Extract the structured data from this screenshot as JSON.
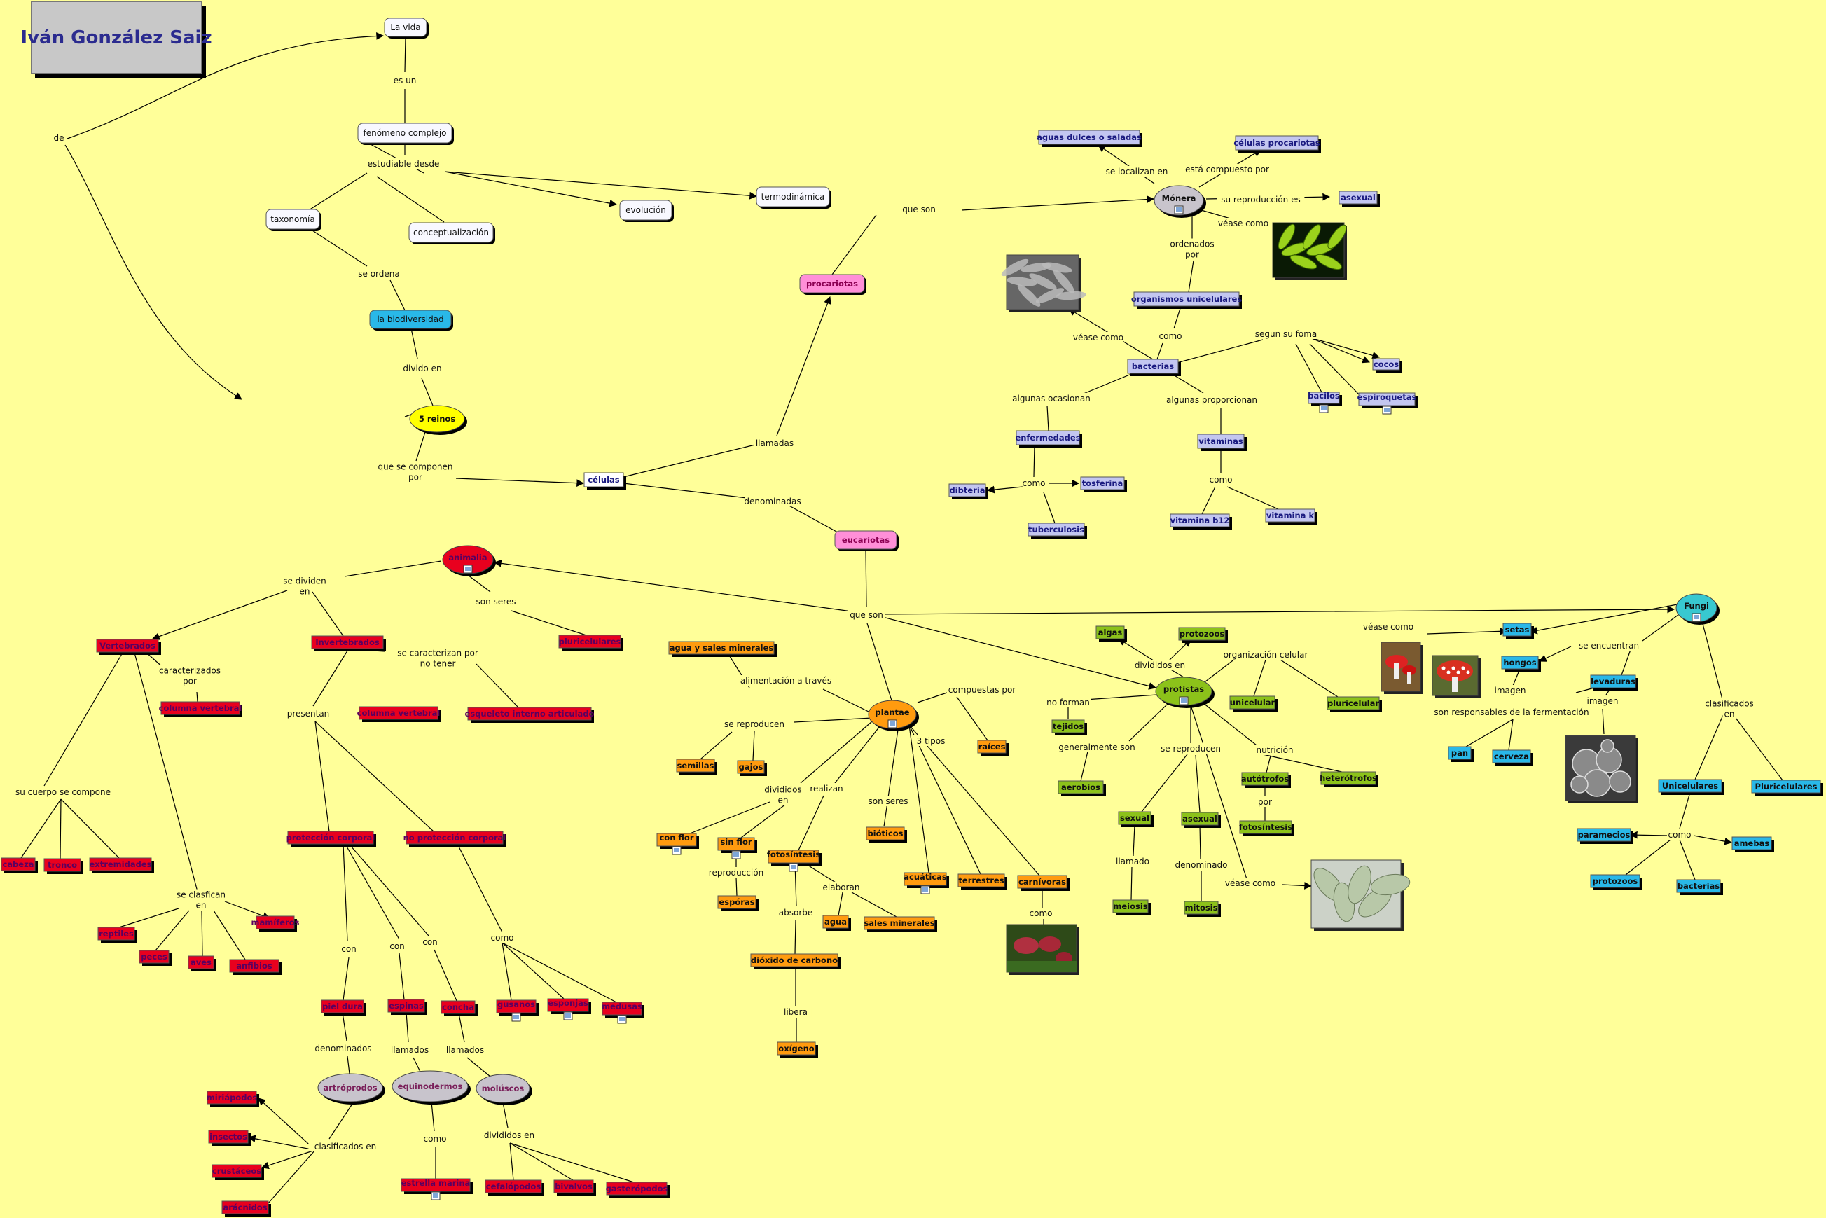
{
  "title": "Iván González Saiz",
  "colors": {
    "background": "#FFFF99",
    "title_box": "#C8C8C8",
    "title_text": "#2B2B8F",
    "white_node": "#F8F8FF",
    "cyan": "#29B8E8",
    "yellow": "#FFFF00",
    "blue_node": "#C3C6F0",
    "blue_text": "#1A1A80",
    "pink": "#FF8FD8",
    "pink_text": "#8B0052",
    "red": "#E8001E",
    "red_text": "#5A0060",
    "grey_node": "#C8C4CC",
    "orange": "#FF9B0F",
    "green": "#8CC21A",
    "teal": "#38C8D0",
    "image_icon": "#7FA6D8"
  },
  "nodes": {
    "n1": "La vida",
    "n2": "fenómeno complejo",
    "n3": "taxonomía",
    "n4": "conceptualización",
    "n5": "evolución",
    "n6": "termodinámica",
    "n7": "la biodiversidad",
    "n8": "5 reinos",
    "n9": "células",
    "n10": "procariotas",
    "n11": "eucariotas",
    "n12": "Mónera",
    "n13": "aguas dulces o saladas",
    "n14": "células procariotas",
    "n15": "asexual",
    "n16": "organismos unicelulares",
    "n17": "bacterias",
    "n18": "cocos",
    "n19": "bacilos",
    "n20": "espiroquetas",
    "n21": "enfermedades",
    "n22": "vitaminas",
    "n23": "dibteria",
    "n24": "tosferina",
    "n25": "tuberculosis",
    "n26": "vitamina b12",
    "n27": "vitamina k",
    "n28": "animalia",
    "n29": "pluricelulares",
    "n30": "Vertebrados",
    "n31": "Invertebrados",
    "n32": "columna vertebral",
    "n33": "columna vertebral",
    "n34": "esqueleto interno articulado",
    "n35": "cabeza",
    "n36": "tronco",
    "n37": "extremidades",
    "n38": "mamíferos",
    "n39": "reptiles",
    "n40": "peces",
    "n41": "aves",
    "n42": "anfibios",
    "n43": "protección corporal",
    "n44": "no protección corporal",
    "n45": "piel dura",
    "n46": "espinas",
    "n47": "concha",
    "n48": "gusanos",
    "n49": "esponjas",
    "n50": "medusas",
    "n51": "artróprodos",
    "n52": "equinodermos",
    "n53": "molúscos",
    "n54": "miriápodos",
    "n55": "insectos",
    "n56": "crustáceos",
    "n57": "arácnidos",
    "n58": "estrella marina",
    "n59": "cefalópodos",
    "n60": "bivalvos",
    "n61": "gasterópodos",
    "n62": "plantae",
    "n63": "agua y sales minerales",
    "n64": "raíces",
    "n65": "semillas",
    "n66": "gajos",
    "n67": "con flor",
    "n68": "sin flor",
    "n69": "espóras",
    "n70": "fotosíntesis",
    "n71": "bióticos",
    "n72": "agua",
    "n73": "sales minerales",
    "n74": "dióxido de carbono",
    "n75": "oxígeno",
    "n76": "acuáticas",
    "n77": "terrestres",
    "n78": "carnívoras",
    "n79": "protistas",
    "n80": "algas",
    "n81": "protozoos",
    "n82": "tejidos",
    "n83": "unicelular",
    "n84": "pluricelular",
    "n85": "aerobios",
    "n86": "autótrofos",
    "n87": "heterótrofos",
    "n88": "fotosíntesis",
    "n89": "sexual",
    "n90": "asexual",
    "n91": "meiosis",
    "n92": "mitosis",
    "n93": "Fungi",
    "n94": "setas",
    "n95": "hongos",
    "n96": "levaduras",
    "n97": "pan",
    "n98": "cerveza",
    "n99": "Unicelulares",
    "n100": "Pluricelulares",
    "n101": "paramecios",
    "n102": "amebas",
    "n103": "protozoos",
    "n104": "bacterias"
  },
  "links": {
    "l1": "de",
    "l2": "es un",
    "l3": "estudiable desde",
    "l4": "se ordena",
    "l5": "divido en",
    "l6": "que se componen\npor",
    "l7": "llamadas",
    "l8": "denominadas",
    "l9": "que son",
    "l10": "que son",
    "l11": "se localizan en",
    "l12": "está compuesto por",
    "l13": "su reproducción es",
    "l14": "véase como",
    "l15": "ordenados\npor",
    "l16": "como",
    "l17": "véase como",
    "l18": "segun su foma",
    "l19": "algunas ocasionan",
    "l20": "algunas proporcionan",
    "l21": "como",
    "l22": "como",
    "l23": "se dividen\nen",
    "l24": "son seres",
    "l25": "caracterizados\npor",
    "l26": "se caracterizan por\nno tener",
    "l27": "su cuerpo se compone",
    "l28": "se clasfican\nen",
    "l29": "presentan",
    "l30": "con",
    "l31": "con",
    "l32": "con",
    "l33": "como",
    "l34": "denominados",
    "l35": "llamados",
    "l36": "llamados",
    "l37": "clasificados en",
    "l38": "como",
    "l39": "divididos en",
    "l40": "alimentación a través",
    "l41": "compuestas por",
    "l42": "se reproducen",
    "l43": "3 tipos",
    "l44": "divididos\nen",
    "l45": "realizan",
    "l46": "son seres",
    "l47": "reproducción",
    "l48": "elaboran",
    "l49": "absorbe",
    "l50": "libera",
    "l51": "como",
    "l52": "divididos en",
    "l53": "organización celular",
    "l54": "no forman",
    "l55": "generalmente son",
    "l56": "se reproducen",
    "l57": "nutrición",
    "l58": "por",
    "l59": "llamado",
    "l60": "denominado",
    "l61": "véase como",
    "l62": "véase como",
    "l63": "se encuentran",
    "l64": "imagen",
    "l65": "imagen",
    "l66": "son responsables de la fermentación",
    "l67": "clasificados\nen",
    "l68": "como"
  }
}
